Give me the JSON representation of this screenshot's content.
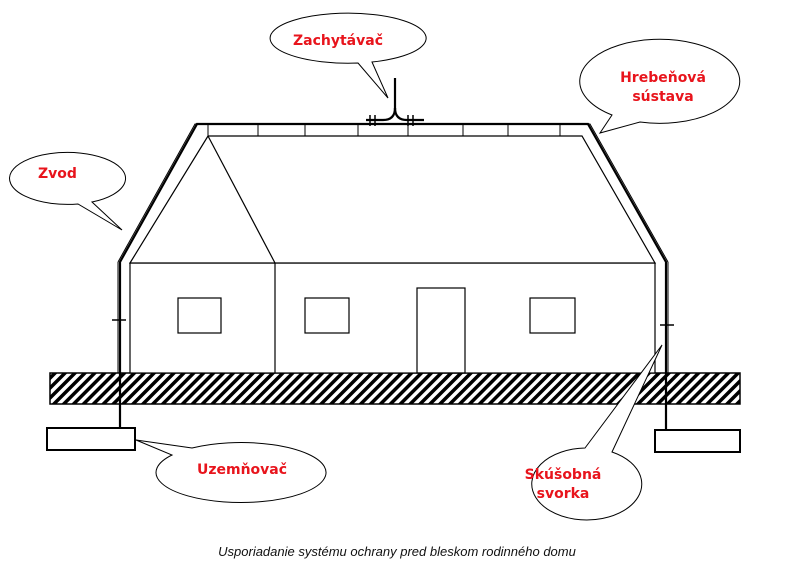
{
  "labels": {
    "air_terminal": "Zachytávač",
    "ridge_system_line1": "Hrebeňová",
    "ridge_system_line2": "sústava",
    "down_conductor": "Zvod",
    "earth_electrode": "Uzemňovač",
    "test_clamp_line1": "Skúšobná",
    "test_clamp_line2": "svorka"
  },
  "caption": "Usporiadanie systému ochrany pred bleskom rodinného domu",
  "colors": {
    "label": "#e8141c",
    "line": "#000000"
  }
}
